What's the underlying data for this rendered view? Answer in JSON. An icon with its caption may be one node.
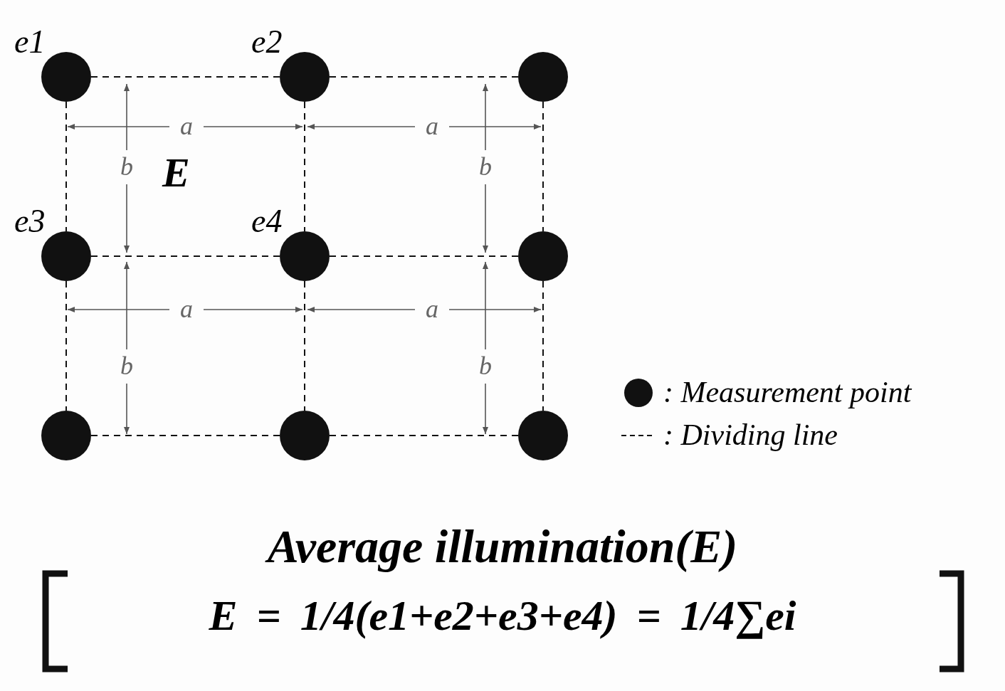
{
  "diagram": {
    "caption": "Average illumination(E)",
    "nodes": [
      {
        "text": [],
        "shape": "circle",
        "beside": [
          "e1"
        ]
      },
      {
        "text": [],
        "shape": "circle",
        "beside": [
          "e2"
        ]
      },
      {
        "text": [],
        "shape": "circle"
      },
      {
        "text": [],
        "shape": "circle",
        "beside": [
          "e3"
        ]
      },
      {
        "text": [],
        "shape": "circle",
        "beside": [
          "e4"
        ]
      },
      {
        "text": [],
        "shape": "circle"
      },
      {
        "text": [],
        "shape": "circle"
      },
      {
        "text": [],
        "shape": "circle"
      },
      {
        "text": [],
        "shape": "circle"
      }
    ],
    "edges": [
      {
        "from": 0,
        "to": 1,
        "arrow": "none",
        "style": "dashed"
      },
      {
        "from": 1,
        "to": 2,
        "arrow": "none",
        "style": "dashed"
      },
      {
        "from": 0,
        "to": 3,
        "arrow": "none",
        "style": "dashed"
      },
      {
        "from": 1,
        "to": 4,
        "arrow": "none",
        "style": "dashed"
      },
      {
        "from": 2,
        "to": 5,
        "arrow": "none",
        "style": "dashed"
      },
      {
        "from": 3,
        "to": 4,
        "arrow": "none",
        "style": "dashed"
      },
      {
        "from": 4,
        "to": 5,
        "arrow": "none",
        "style": "dashed"
      },
      {
        "from": 3,
        "to": 6,
        "arrow": "none",
        "style": "dashed"
      },
      {
        "from": 4,
        "to": 7,
        "arrow": "none",
        "style": "dashed"
      },
      {
        "from": 5,
        "to": 8,
        "arrow": "none",
        "style": "dashed"
      },
      {
        "from": 6,
        "to": 7,
        "arrow": "none",
        "style": "dashed"
      },
      {
        "from": 7,
        "to": 8,
        "arrow": "none",
        "style": "dashed"
      }
    ],
    "labels": [
      "a",
      "a",
      "b",
      "E",
      "b",
      "a",
      "a",
      "b",
      "b",
      "E = 1/4(e1+e2+e3+e4) = 1/4∑ei"
    ],
    "legend": [
      {
        "text": ": Measurement point"
      },
      {
        "text": ": Dividing line"
      }
    ]
  }
}
